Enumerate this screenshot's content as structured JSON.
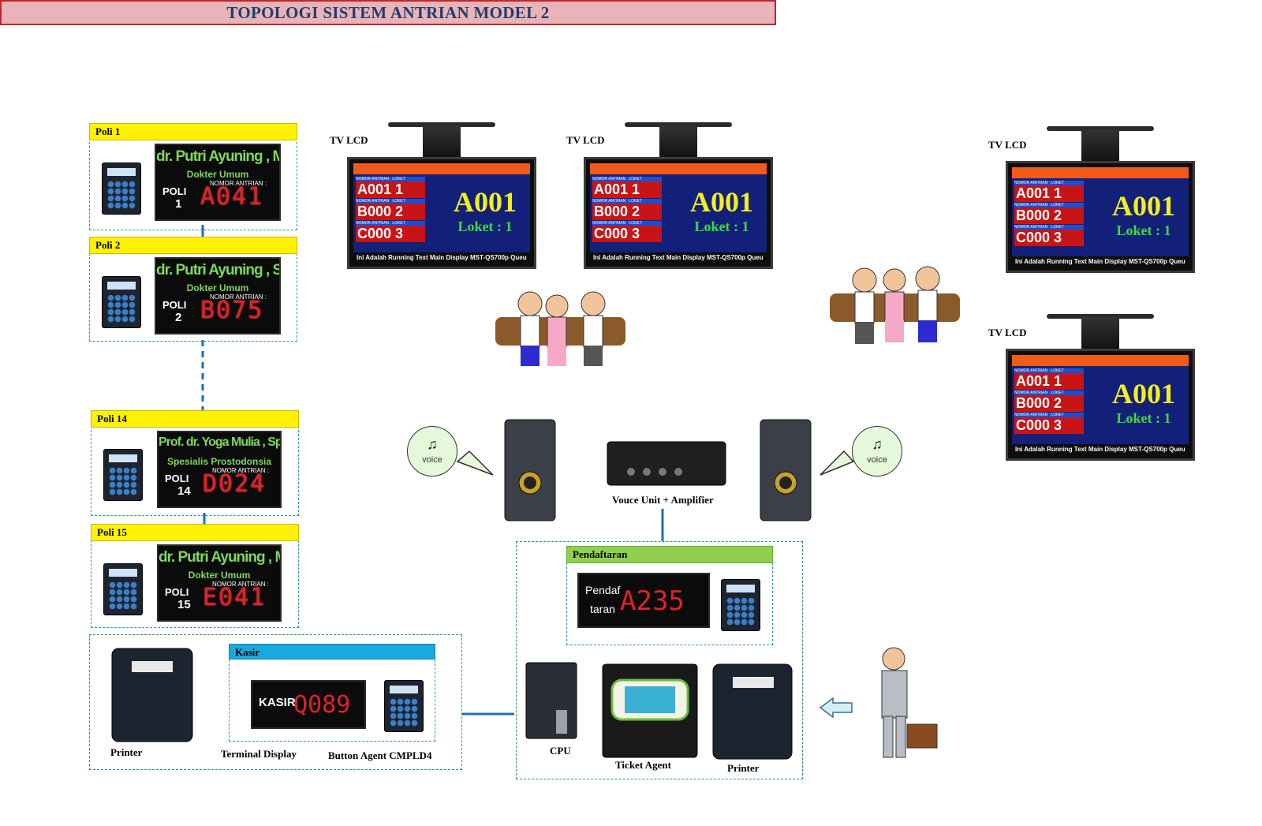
{
  "title": "TOPOLOGI SISTEM ANTRIAN MODEL 2",
  "polis": [
    {
      "head": "Poli 1",
      "name": "dr. Putri Ayuning , M.Kes.",
      "spec": "Dokter Umum",
      "nomor": "NOMOR ANTRIAN :",
      "poli": "POLI",
      "num": "1",
      "code": "A041"
    },
    {
      "head": "Poli 2",
      "name": "dr. Putri Ayuning , Sp.Gk",
      "spec": "Dokter Umum",
      "nomor": "NOMOR ANTRIAN :",
      "poli": "POLI",
      "num": "2",
      "code": "B075"
    },
    {
      "head": "Poli 14",
      "name": "Prof. dr. Yoga Mulia , Sp.Pros (K)",
      "spec": "Spesialis Prostodonsia",
      "nomor": "NOMOR ANTRIAN :",
      "poli": "POLI",
      "num": "14",
      "code": "D024"
    },
    {
      "head": "Poli 15",
      "name": "dr. Putri Ayuning , M.Kes.",
      "spec": "Dokter Umum",
      "nomor": "NOMOR ANTRIAN :",
      "poli": "POLI",
      "num": "15",
      "code": "E041"
    }
  ],
  "tv": {
    "label": "TV LCD",
    "col_nomor": "NOMOR ANTRIAN",
    "col_loket": "LOKET",
    "rows": [
      "A001  1",
      "B000  2",
      "C000  3"
    ],
    "big": "A001",
    "loket": "Loket : 1",
    "running": "Ini Adalah Running Text Main Display MST-QS700p Queu"
  },
  "voice": {
    "left": "voice",
    "right": "voice"
  },
  "amplifier_label": "Vouce Unit + Amplifier",
  "kasir": {
    "head": "Kasir",
    "display_label": "KASIR",
    "code": "Q089",
    "printer": "Printer",
    "terminal": "Terminal Display",
    "button_agent": "Button Agent CMPLD4"
  },
  "pendaftaran": {
    "head": "Pendaftaran",
    "display_label_1": "Pendaf",
    "display_label_2": "taran",
    "code": "A235",
    "cpu": "CPU",
    "ticket": "Ticket Agent",
    "printer": "Printer"
  }
}
